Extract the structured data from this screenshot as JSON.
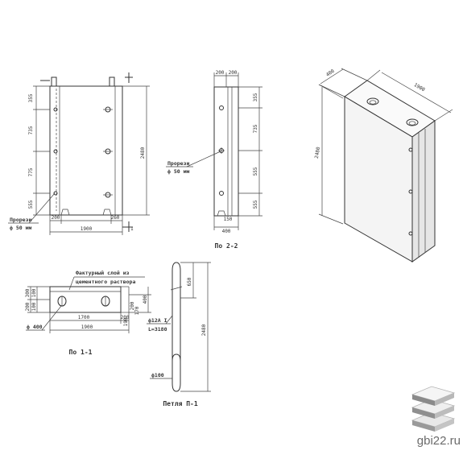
{
  "views": {
    "front": {
      "dims_left": [
        "355",
        "735",
        "775",
        "555"
      ],
      "dim_right": "2480",
      "dims_bottom": [
        "200",
        "1900",
        "260"
      ],
      "hole_note": [
        "Прорези",
        "ф 50 мм"
      ],
      "mark": "1"
    },
    "section_2_2": {
      "dims_top": [
        "200",
        "200"
      ],
      "dims_right": [
        "355",
        "735",
        "555",
        "555"
      ],
      "hole_note": [
        "Прорези",
        "ф 50 мм"
      ],
      "dims_bottom": [
        "150",
        "400"
      ],
      "caption": "По 2-2"
    },
    "isometric": {
      "dim_depth": "400",
      "dim_width": "1900",
      "dim_height": "2480"
    },
    "section_1_1": {
      "note": [
        "Фактурный слой из",
        "цементного раствора"
      ],
      "dims_left": [
        "300",
        "100"
      ],
      "dims_left_lower": [
        "200",
        "100"
      ],
      "dims_right": [
        "400",
        "200",
        "170",
        "190"
      ],
      "dims_bottom": [
        "1700",
        "200",
        "1900"
      ],
      "diameter": "ф 400",
      "caption": "По 1-1"
    },
    "loop": {
      "dim_top": "650",
      "dim_total": "2480",
      "rebar": [
        "ф12А I",
        "L=3180"
      ],
      "diameter": "ф100",
      "caption": "Петля П-1"
    }
  },
  "brand": {
    "site": "gbi22.ru"
  }
}
